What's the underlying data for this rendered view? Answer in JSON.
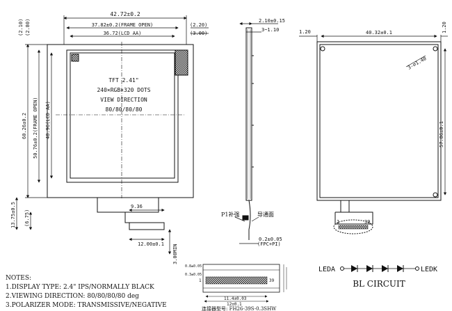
{
  "front": {
    "dim_overall_width": "42.72±0.2",
    "dim_frame_open_w": "37.82±0.2(FRAME OPEN)",
    "dim_lcd_aa_w": "36.72(LCD AA)",
    "dim_right_220": "(2.20)",
    "dim_right_300": "(3.00)",
    "dim_top_210": "(2.10)",
    "dim_top_280": "(2.80)",
    "dim_overall_h": "60.26±0.2",
    "dim_frame_open_h": "50.76±0.2(FRAME OPEN)",
    "dim_lcd_aa_h": "48.96(LCD AA)",
    "dim_1375": "13.75±0.5",
    "dim_675": "(6.75)",
    "dim_936": "9.36",
    "dim_1200": "12.00±0.1",
    "dim_300min": "3.00MIN",
    "lcd_line1": "TFT  2.41\"",
    "lcd_line2": "240×RGB×320 DOTS",
    "lcd_line3": "VIEW DIRECTION",
    "lcd_line4": "80/80/80/80"
  },
  "side": {
    "dim_210": "2.10±0.15",
    "dim_310": "3~1.10",
    "label_stiffener": "P1补强",
    "label_conductive": "导通面",
    "dim_fpc": "0.2±0.05",
    "dim_fpc_sub": "(FPC+PI)"
  },
  "back": {
    "dim_left_120": "1.20",
    "dim_width": "40.32±0.1",
    "dim_right_120": "1.20",
    "dim_holes": "3-∅1.40",
    "dim_height": "57.86±0.1",
    "fpc_pin_1": "1",
    "fpc_pin_39": "39"
  },
  "connector": {
    "caption": "连接器型号: FH26-39S-0.3SHW",
    "dim_a": "0.8±0.05",
    "dim_b": "0.3±0.05",
    "dim_c": "11.4±0.03",
    "dim_d": "12±0.1",
    "pin_1": "1",
    "pin_39": "39"
  },
  "bl": {
    "leda": "LEDA",
    "ledk": "LEDK",
    "title": "BL CIRCUIT"
  },
  "notes": {
    "title": "NOTES:",
    "items": [
      "1.DISPLAY TYPE:  2.4\" IPS/NORMALLY BLACK",
      "2.VIEWING DIRECTION: 80/80/80/80 deg",
      "3.POLARIZER MODE: TRANSMISSIVE/NEGATIVE"
    ]
  }
}
